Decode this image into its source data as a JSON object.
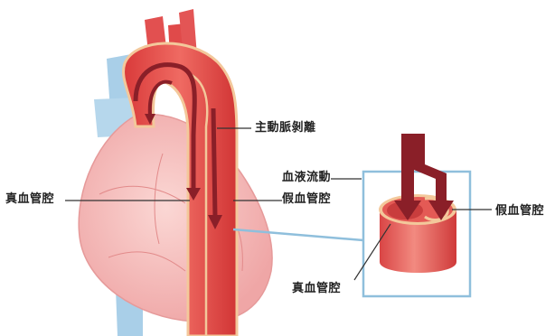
{
  "labels": {
    "dissection": "主動脈剝離",
    "blood_flow": "血液流動",
    "false_lumen_main": "假血管腔",
    "true_lumen_left": "真血管腔",
    "false_lumen_right": "假血管腔",
    "true_lumen_bottom": "真血管腔"
  },
  "colors": {
    "heart": "#f4b3b3",
    "aorta": "#e24b4b",
    "aorta_light": "#f3c89b",
    "vein": "#a9cfe8",
    "arrow": "#8a1f28",
    "box_border": "#8fbfdc"
  }
}
